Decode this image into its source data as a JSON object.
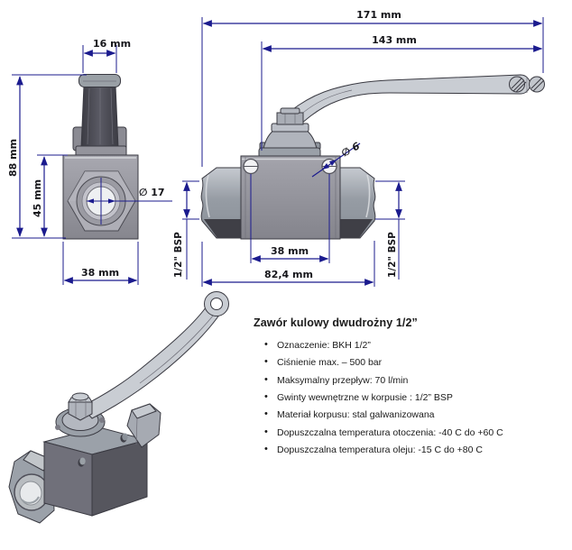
{
  "front_view": {
    "dim_knob_width": "16 mm",
    "dim_total_height": "88 mm",
    "dim_body_height": "45 mm",
    "dim_body_width": "38 mm",
    "dim_bore": "∅ 17"
  },
  "side_view": {
    "dim_total_length": "171 mm",
    "dim_handle_length": "143 mm",
    "dim_hole": "∅ 6",
    "dim_hole_spacing": "38 mm",
    "dim_body_length": "82,4 mm",
    "thread_left": "1/2\" BSP",
    "thread_right": "1/2\" BSP"
  },
  "description": {
    "title": "Zawór kulowy dwudrożny 1/2”",
    "bullets": [
      "Oznaczenie: BKH 1/2”",
      "Ciśnienie max. – 500 bar",
      "Maksymalny przepływ: 70 l/min",
      "Gwinty wewnętrzne w korpusie : 1/2” BSP",
      "Materiał korpusu: stal galwanizowana",
      "Dopuszczalna temperatura otoczenia: -40 C do +60 C",
      "Dopuszczalna temperatura oleju: -15 C do +80 C"
    ]
  },
  "colors": {
    "dimension_line": "#1b1b8e",
    "label_text": "#15151a",
    "body_gray": "#8f8f97",
    "dark_gray": "#3f3f46"
  }
}
